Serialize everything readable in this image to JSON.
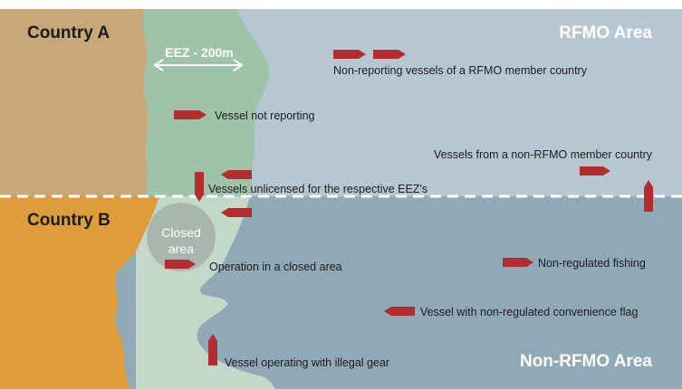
{
  "colors": {
    "rfmo_sea": "#b7c7d2",
    "non_rfmo_sea": "#90a9b7",
    "eez_zone_top": "#9fc3a9",
    "eez_zone_bottom": "#c2d9c9",
    "country_a": "#c8a778",
    "country_b": "#de9d3a",
    "closed_area": "#a9b6ae",
    "vessel": "#b22c30",
    "boundary_line": "#ffffff"
  },
  "regions": {
    "country_a": "Country A",
    "country_b": "Country B",
    "rfmo_area": "RFMO Area",
    "non_rfmo_area": "Non-RFMO Area"
  },
  "eez_marker": {
    "label": "EEZ - 200m"
  },
  "closed_area": {
    "line1": "Closed",
    "line2": "area"
  },
  "annotations": {
    "non_reporting_member": "Non-reporting vessels of a RFMO member country",
    "vessel_not_reporting": "Vessel not reporting",
    "non_member_country": "Vessels from a non-RFMO member country",
    "unlicensed_eez": "Vessels unlicensed for the respective EEZ's",
    "closed_area_operation": "Operation in a closed area",
    "non_regulated_fishing": "Non-regulated fishing",
    "convenience_flag": "Vessel with non-regulated convenience flag",
    "illegal_gear": "Vessel operating with illegal gear"
  },
  "vessel_icon": "boat-arrow-icon"
}
